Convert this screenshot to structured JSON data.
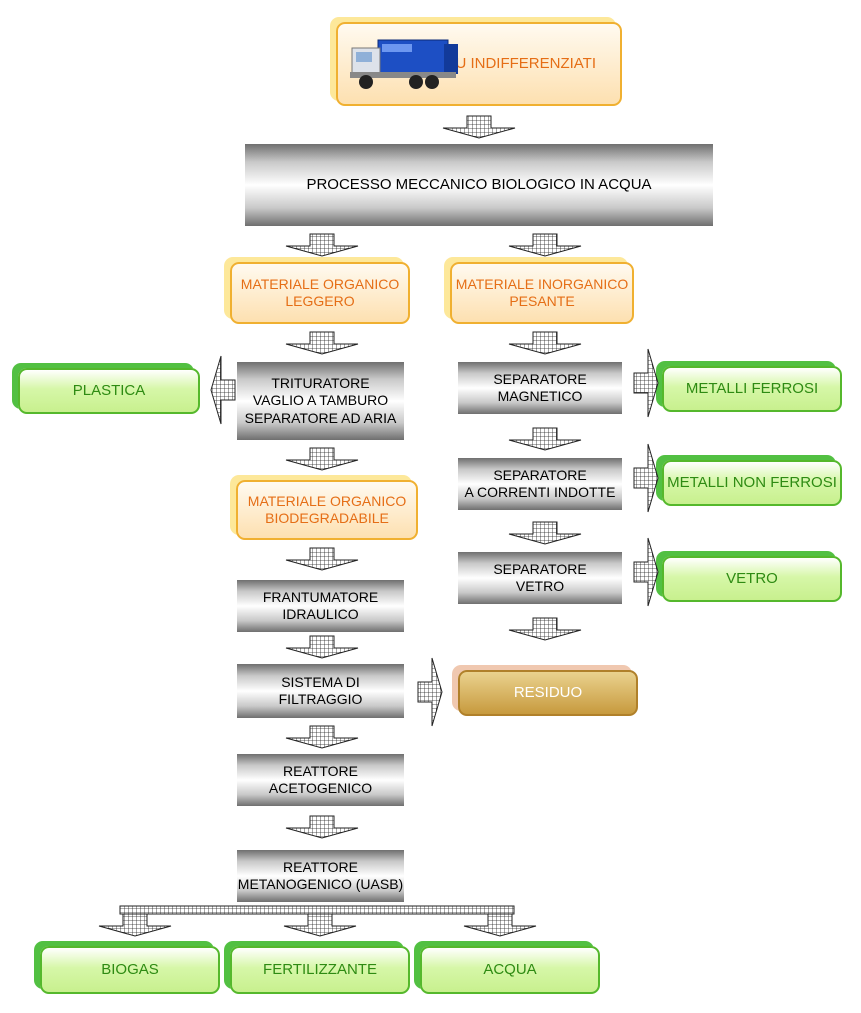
{
  "source": {
    "label": "RSU INDIFFERENZIATI"
  },
  "main_process": {
    "label": "PROCESSO MECCANICO BIOLOGICO IN ACQUA"
  },
  "left_branch": {
    "category1": {
      "line1": "MATERIALE ORGANICO",
      "line2": "LEGGERO"
    },
    "step1": {
      "line1": "TRITURATORE",
      "line2": "VAGLIO A TAMBURO",
      "line3": "SEPARATORE AD ARIA"
    },
    "output_plastic": "PLASTICA",
    "category2": {
      "line1": "MATERIALE ORGANICO",
      "line2": "BIODEGRADABILE"
    },
    "step2": {
      "line1": "FRANTUMATORE",
      "line2": "IDRAULICO"
    },
    "step3": {
      "line1": "SISTEMA DI",
      "line2": "FILTRAGGIO"
    },
    "step4": {
      "line1": "REATTORE",
      "line2": "ACETOGENICO"
    },
    "step5": {
      "line1": "REATTORE",
      "line2": "METANOGENICO (UASB)"
    }
  },
  "right_branch": {
    "category": {
      "line1": "MATERIALE INORGANICO",
      "line2": "PESANTE"
    },
    "step1": {
      "line1": "SEPARATORE",
      "line2": "MAGNETICO"
    },
    "output1": "METALLI FERROSI",
    "step2": {
      "line1": "SEPARATORE",
      "line2": "A CORRENTI INDOTTE"
    },
    "output2": "METALLI NON FERROSI",
    "step3": {
      "line1": "SEPARATORE",
      "line2": "VETRO"
    },
    "output3": "VETRO"
  },
  "residue": "RESIDUO",
  "final_outputs": {
    "biogas": "BIOGAS",
    "fertilizer": "FERTILIZZANTE",
    "water": "ACQUA"
  },
  "colors": {
    "orange_text": "#e56e16",
    "green_text": "#2e8b13",
    "green_fill": "#d6f7a8",
    "orange_fill": "#fde0b0",
    "residue_fill": "#c79a3e",
    "process_mid": "#ffffff",
    "process_edge": "#6f6f6f"
  },
  "icons": {
    "truck": "garbage-truck-icon",
    "arrow": "hatched-arrow-icon"
  }
}
